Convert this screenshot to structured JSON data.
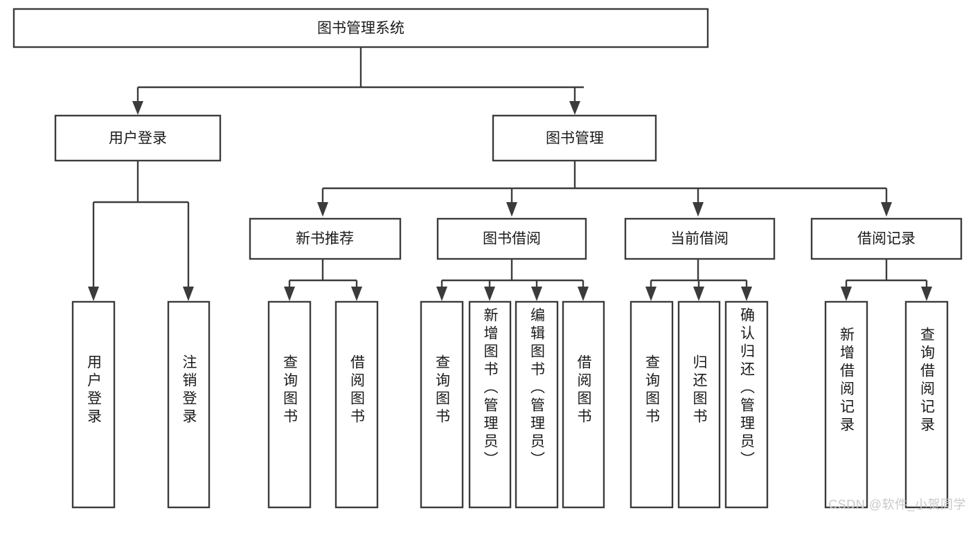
{
  "diagram": {
    "type": "tree-hierarchy-flowchart",
    "title": "图书管理系统",
    "orientation": "top-down",
    "colors": {
      "box_fill": "#ffffff",
      "box_stroke": "#3b3b3b",
      "text": "#1a1a1a",
      "watermark": "#c9c9c9",
      "background": "#ffffff"
    },
    "root": {
      "label": "图书管理系统"
    },
    "level2": [
      {
        "label": "用户登录"
      },
      {
        "label": "图书管理"
      }
    ],
    "level3": [
      {
        "label": "新书推荐"
      },
      {
        "label": "图书借阅"
      },
      {
        "label": "当前借阅"
      },
      {
        "label": "借阅记录"
      }
    ],
    "leaves": {
      "user_login": [
        {
          "label": "用户登录"
        },
        {
          "label": "注销登录"
        }
      ],
      "new_book_recommend": [
        {
          "label": "查询图书"
        },
        {
          "label": "借阅图书"
        }
      ],
      "book_borrow": [
        {
          "label": "查询图书"
        },
        {
          "label": "新增图书（管理员）"
        },
        {
          "label": "编辑图书（管理员）"
        },
        {
          "label": "借阅图书"
        }
      ],
      "current_borrow": [
        {
          "label": "查询图书"
        },
        {
          "label": "归还图书"
        },
        {
          "label": "确认归还（管理员）"
        }
      ],
      "borrow_record": [
        {
          "label": "新增借阅记录"
        },
        {
          "label": "查询借阅记录"
        }
      ]
    }
  },
  "watermark": {
    "text": "CSDN @软件_小贺同学"
  }
}
